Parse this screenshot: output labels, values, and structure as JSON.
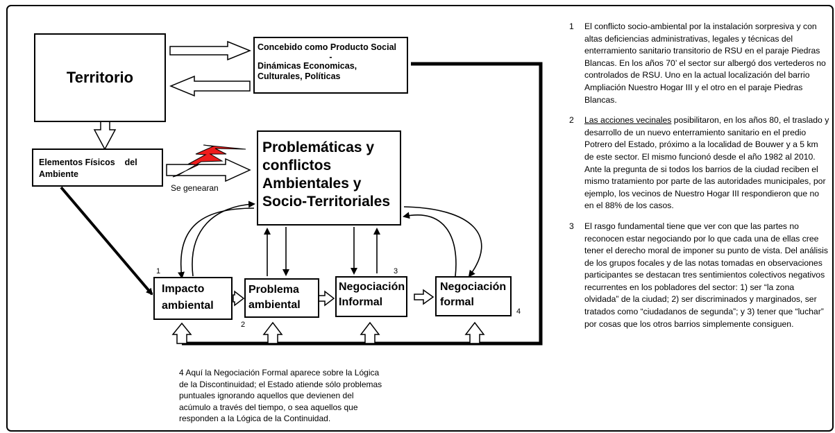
{
  "diagram": {
    "territorio": "Territorio",
    "concebido": {
      "line1": "Concebido como Producto Social",
      "dash": "-",
      "line2": "Dinámicas Economicas, Culturales, Políticas"
    },
    "elementos": "Elementos Físicos    del Ambiente",
    "se_genearan": "Se genearan",
    "problematicas": "Problemáticas y conflictos Ambientales y Socio-Territoriales",
    "impacto": "Impacto ambiental",
    "problema": "Problema ambiental",
    "negociacion_informal": "Negociación Informal",
    "negociacion_formal": "Negociación formal",
    "markers": {
      "m1": "1",
      "m2": "2",
      "m3": "3",
      "m4": "4"
    },
    "colors": {
      "lightning": "#ee1c1c",
      "stroke": "#000000"
    }
  },
  "note4": "4  Aquí la Negociación Formal aparece sobre la Lógica de la Discontinuidad; el Estado atiende sólo problemas puntuales ignorando aquellos que devienen del acúmulo a través del tiempo, o sea aquellos que responden a la Lógica de la Continuidad.",
  "notes": [
    {
      "num": "1",
      "text": "El conflicto socio-ambiental por la instalación sorpresiva y con altas deficiencias administrativas, legales y técnicas del enterramiento sanitario transitorio de RSU en el paraje Piedras Blancas. En los años 70’ el sector sur albergó dos vertederos no controlados de RSU. Uno en la actual localización del barrio Ampliación Nuestro Hogar III y el otro en el paraje Piedras Blancas."
    },
    {
      "num": "2",
      "underlined": "Las acciones vecinales",
      "text": " posibilitaron, en los años 80, el traslado y desarrollo de un nuevo enterramiento sanitario en el predio Potrero del Estado, próximo a la localidad de Bouwer y a 5 km de este sector. El mismo funcionó desde el año 1982 al 2010. Ante la pregunta de si todos los barrios de la ciudad reciben el mismo tratamiento por parte de las autoridades municipales, por ejemplo, los vecinos de Nuestro Hogar III respondieron que no en el 88% de los casos."
    },
    {
      "num": "3",
      "text": "El rasgo fundamental tiene que ver con que las partes no reconocen estar negociando por lo que cada una de ellas cree tener el derecho moral de imponer su punto de vista. Del análisis de los grupos focales y de las notas tomadas en observaciones participantes se destacan tres sentimientos colectivos negativos recurrentes en los pobladores del sector: 1) ser “la zona olvidada” de la ciudad; 2) ser discriminados y marginados, ser tratados como “ciudadanos de segunda”; y 3) tener que “luchar” por cosas que los otros barrios simplemente consiguen."
    }
  ]
}
